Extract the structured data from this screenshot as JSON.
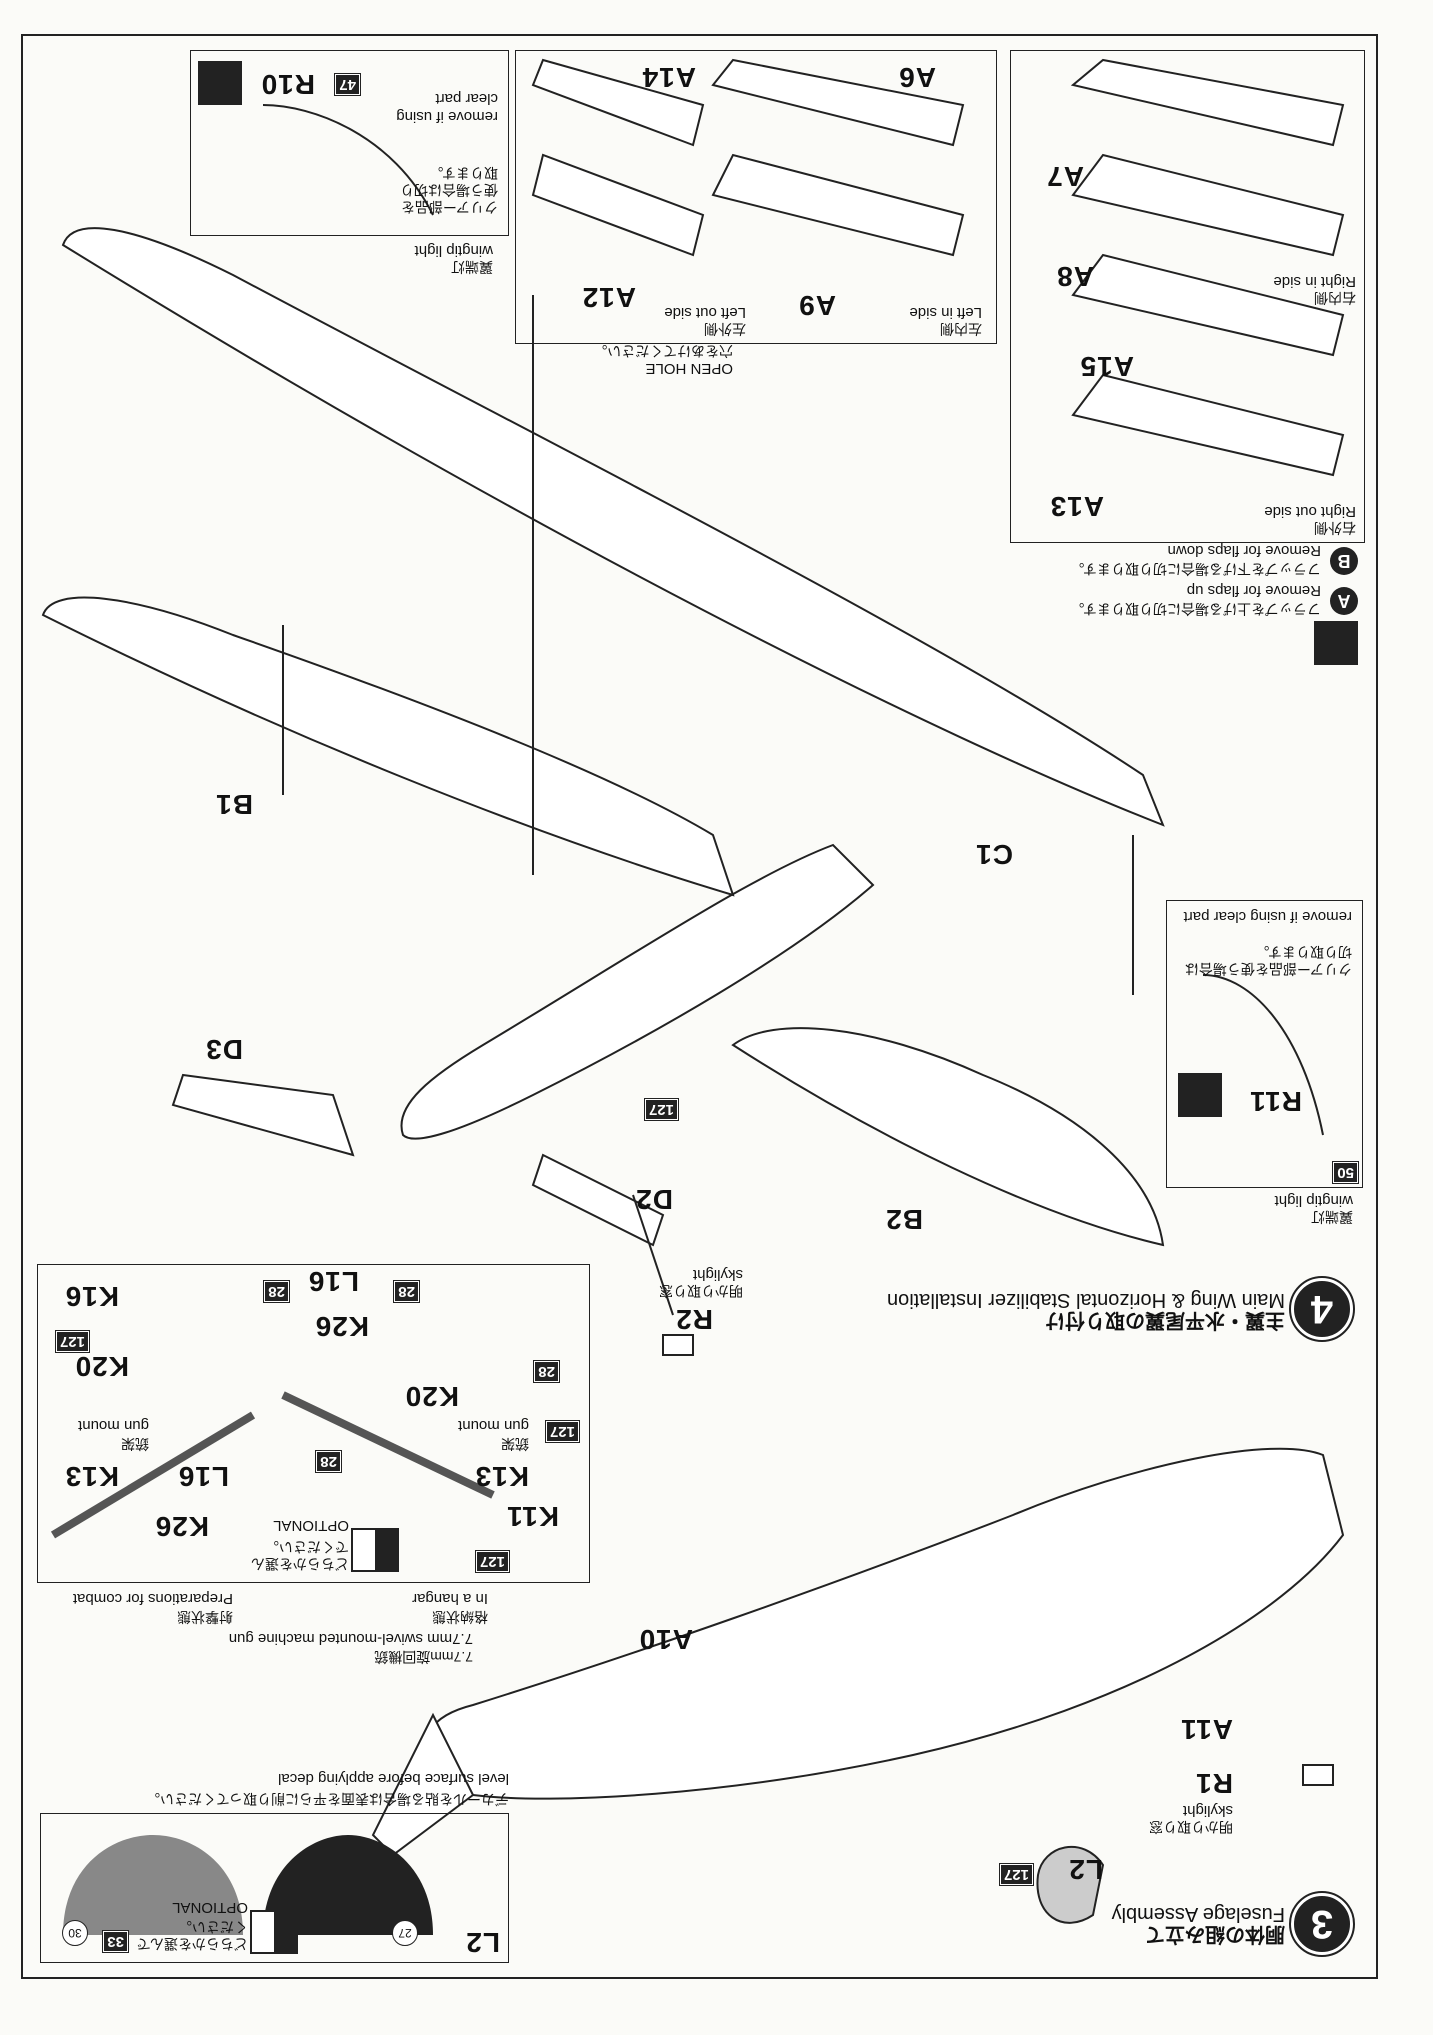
{
  "step3": {
    "number": "3",
    "title_jp": "胴体の組み立て",
    "title_en": "Fuselage Assembly",
    "parts": {
      "R1": "R1",
      "A11": "A11",
      "L2": "L2",
      "A10": "A10"
    },
    "skylight_jp": "明かり取り窓",
    "skylight_en": "skylight",
    "badge_l2": "127",
    "l2_box": {
      "label": "L2",
      "choose_jp": "どちらかを選んでください。",
      "optional": "OPTIONAL",
      "color_27": "27",
      "color_33": "33",
      "color_30": "30"
    },
    "decal_note_jp": "デカールを貼る場合は表面を平らに削り取ってください。",
    "decal_note_en": "level surface before applying decal"
  },
  "gun": {
    "title_jp": "7.7mm旋回機銃",
    "title_en": "7.7mm swivel-mounted machine gun",
    "hangar_jp": "格納状態",
    "hangar_en": "In a hangar",
    "combat_jp": "射撃状態",
    "combat_en": "Preparations for combat",
    "choose_jp": "どちらかを選んでください。",
    "optional": "OPTIONAL",
    "mount_jp": "銃架",
    "mount_en": "gun mount",
    "parts": {
      "K11": "K11",
      "K13": "K13",
      "K16": "K16",
      "K20": "K20",
      "K26": "K26",
      "L16": "L16"
    },
    "badges": {
      "c127": "127",
      "c28": "28"
    }
  },
  "step4": {
    "number": "4",
    "title_jp": "主翼・水平尾翼の取り付け",
    "title_en": "Main Wing & Horizontal Stabilizer Installation",
    "parts": {
      "R2": "R2",
      "D2": "D2",
      "D3": "D3",
      "B1": "B1",
      "B2": "B2",
      "C1": "C1",
      "A12": "A12",
      "A14": "A14",
      "A9": "A9",
      "A6": "A6",
      "A8": "A8",
      "A7": "A7",
      "A15": "A15",
      "A13": "A13",
      "R10": "R10",
      "R11": "R11"
    },
    "skylight_jp": "明かり取り窓",
    "skylight_en": "skylight",
    "badge_fuselage": "127",
    "open_hole_jp": "穴をあけてください。",
    "open_hole_en": "OPEN HOLE",
    "legend": {
      "a_label": "A",
      "a_jp": "フラップを上げる場合に切り取ります。",
      "a_en": "Remove for flaps up",
      "b_label": "B",
      "b_jp": "フラップを下げる場合に切り取ります。",
      "b_en": "Remove for flaps down"
    },
    "left_out_jp": "左外側",
    "left_out_en": "Left out side",
    "left_in_jp": "左内側",
    "left_in_en": "Left in side",
    "right_in_jp": "右内側",
    "right_in_en": "Right in side",
    "right_out_jp": "右外側",
    "right_out_en": "Right out side",
    "wingtip_jp": "翼端灯",
    "wingtip_en": "wingtip light",
    "clear_jp": "クリアー部品を使う場合は切り取ります。",
    "clear_en": "remove if using clear part",
    "badge_r10": "47",
    "badge_r11": "50"
  }
}
